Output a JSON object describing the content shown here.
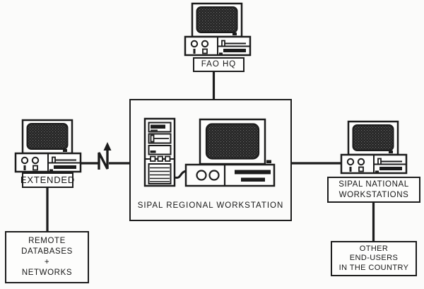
{
  "diagram": {
    "type": "network-topology",
    "colors": {
      "ink": "#1c1c1c",
      "paper": "#fbfbfa",
      "screen_fill": "#2a2a2a"
    },
    "icons": [
      "computer-terminal-icon",
      "tower-computer-icon",
      "desktop-workstation-icon",
      "network-junction-icon"
    ],
    "nodes": {
      "fao_hq": {
        "label": "FAO HQ"
      },
      "extended": {
        "label": "EXTENDED"
      },
      "regional_workstation": {
        "label": "SIPAL REGIONAL WORKSTATION"
      },
      "national_workstations": {
        "line1": "SIPAL NATIONAL",
        "line2": "WORKSTATIONS"
      },
      "remote_databases": {
        "line1": "REMOTE",
        "line2": "DATABASES",
        "line3": "+",
        "line4": "NETWORKS"
      },
      "other_end_users": {
        "line1": "OTHER",
        "line2": "END-USERS",
        "line3": "IN THE COUNTRY"
      }
    },
    "edges": [
      "fao_hq - regional_workstation",
      "extended - regional_workstation (via network junction)",
      "regional_workstation - national_workstations",
      "extended - remote_databases",
      "national_workstations - other_end_users"
    ]
  }
}
